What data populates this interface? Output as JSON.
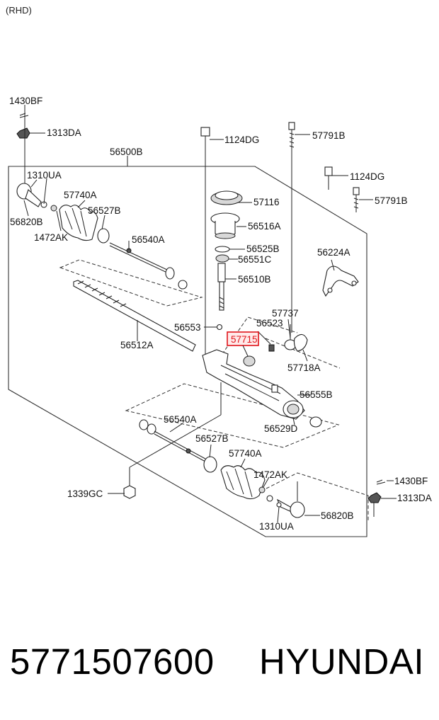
{
  "header": {
    "variant": "(RHD)"
  },
  "footer": {
    "part_number": "5771507600",
    "brand": "HYUNDAI"
  },
  "highlighted_part": "57715",
  "labels": {
    "l1430BF_top": "1430BF",
    "l1313DA_top": "1313DA",
    "l56500B": "56500B",
    "l1124DG_1": "1124DG",
    "l57791B_1": "57791B",
    "l1124DG_2": "1124DG",
    "l57791B_2": "57791B",
    "l1310UA_top": "1310UA",
    "l57740A_top": "57740A",
    "l56820B_top": "56820B",
    "l56527B_top": "56527B",
    "l1472AK_top": "1472AK",
    "l56540A_top": "56540A",
    "l57116": "57116",
    "l56516A": "56516A",
    "l56525B": "56525B",
    "l56551C": "56551C",
    "l56510B": "56510B",
    "l56224A": "56224A",
    "l57737": "57737",
    "l56523": "56523",
    "l56553": "56553",
    "l57715": "57715",
    "l56512A": "56512A",
    "l57718A": "57718A",
    "l56555B": "56555B",
    "l56529D": "56529D",
    "l56540A_bot": "56540A",
    "l56527B_bot": "56527B",
    "l57740A_bot": "57740A",
    "l1472AK_bot": "1472AK",
    "l1430BF_bot": "1430BF",
    "l1339GC": "1339GC",
    "l1313DA_bot": "1313DA",
    "l56820B_bot": "56820B",
    "l1310UA_bot": "1310UA"
  }
}
